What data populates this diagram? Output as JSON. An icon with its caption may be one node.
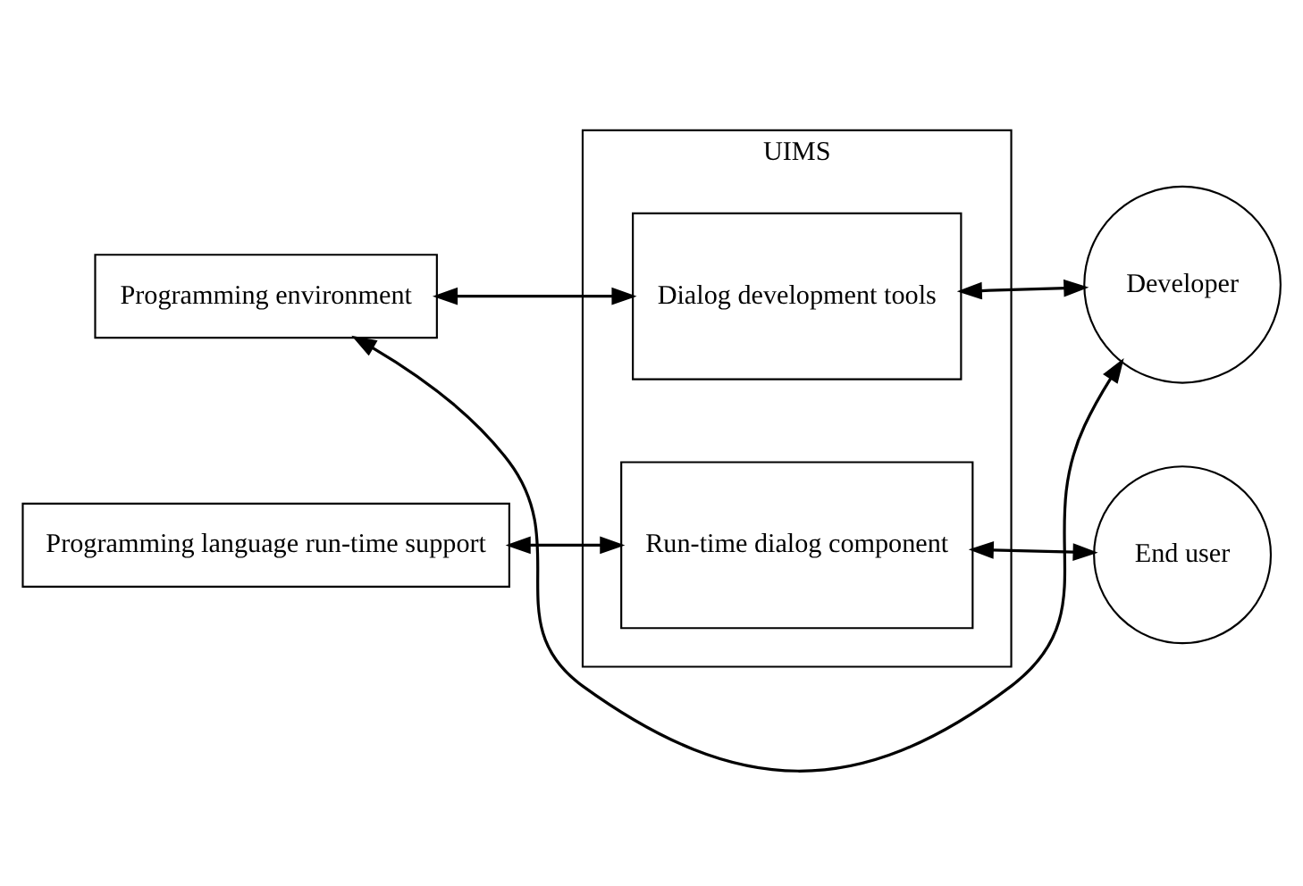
{
  "diagram": {
    "nodes": [
      {
        "text": [
          "UIMS"
        ]
      },
      {
        "text": [
          "Run-time dialog component"
        ],
        "in": 0
      },
      {
        "text": [
          "Dialog development tools"
        ],
        "in": 0
      },
      {
        "text": [
          "Programming language run-time support"
        ]
      },
      {
        "text": [
          "End user"
        ]
      },
      {
        "text": [
          "Programming environment"
        ]
      },
      {
        "text": [
          "Developer"
        ]
      }
    ],
    "edges": [
      {
        "from": 3,
        "to": 1,
        "arrow": "both"
      },
      {
        "from": 1,
        "to": 4,
        "arrow": "both"
      },
      {
        "from": 5,
        "to": 2,
        "arrow": "both"
      },
      {
        "from": 2,
        "to": 6,
        "arrow": "both"
      },
      {
        "from": 5,
        "to": 6,
        "arrow": "both"
      }
    ]
  }
}
